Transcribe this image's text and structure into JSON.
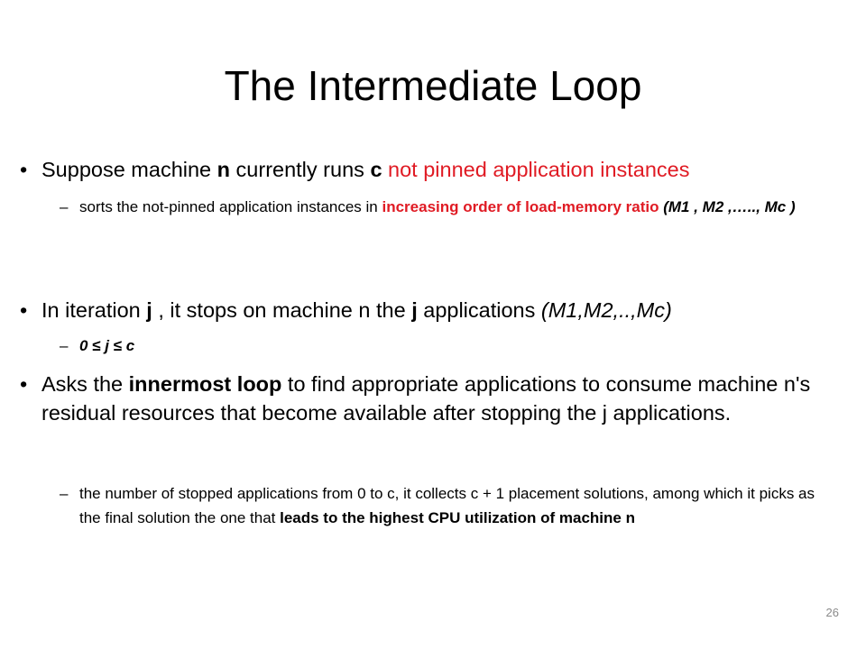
{
  "title": "The Intermediate Loop",
  "bullets": [
    {
      "parts": [
        "Suppose machine ",
        "n",
        " currently runs ",
        "c",
        " not pinned application instances"
      ],
      "sub": {
        "parts": [
          "sorts the not-pinned application instances in ",
          "increasing order of load-memory ratio",
          " ",
          "(M1 , M2 ,….., Mc )"
        ]
      }
    },
    {
      "parts": [
        "In iteration ",
        "j",
        " , it stops on machine n the ",
        "j",
        " applications ",
        "(M1,M2,..,Mc)"
      ],
      "sub": {
        "parts": [
          "0 ≤ j  ≤ c"
        ]
      }
    },
    {
      "parts": [
        "Asks the ",
        "innermost loop",
        " to find appropriate applications to consume machine n's residual resources that become available after stopping the j applications."
      ],
      "sub": {
        "parts": [
          "the number of stopped applications from 0 to c, it collects c + 1 placement solutions, among which it picks as the final solution the one that ",
          "leads to the highest CPU utilization of machine n"
        ]
      }
    }
  ],
  "bullet_symbol": "•",
  "dash_symbol": "–",
  "page_number": "26",
  "colors": {
    "highlight": "#e01b24",
    "page_number": "#8a8a8a"
  }
}
